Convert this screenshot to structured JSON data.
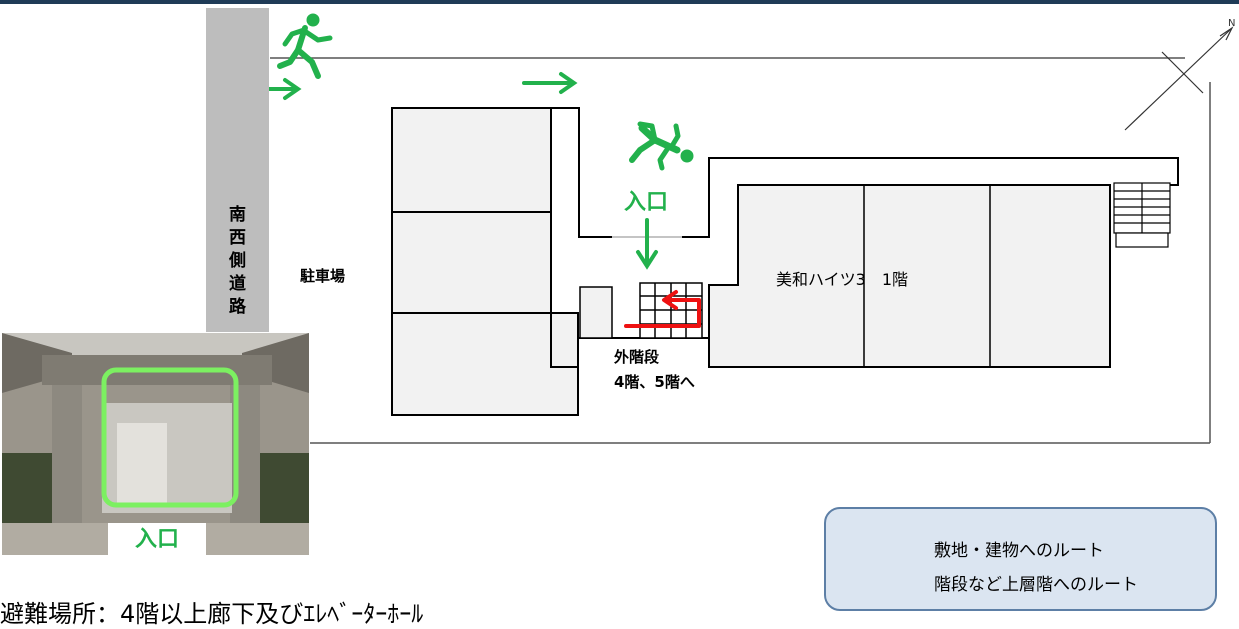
{
  "road": {
    "chars": [
      "南",
      "西",
      "側",
      "道",
      "路"
    ]
  },
  "parking_label": "駐車場",
  "entrance_label": "入口",
  "outer_stairs": {
    "line1": "外階段",
    "line2": "4階、5階へ"
  },
  "building_label": "美和ハイツ3　1階",
  "photo": {
    "caption": "入口"
  },
  "legend": {
    "items": [
      {
        "label": "敷地・建物へのルート",
        "color": "#22b14c"
      },
      {
        "label": "階段など上層階へのルート",
        "color": "#ee1111"
      }
    ]
  },
  "evacuation_text": "避難場所：4階以上廊下及びｴﾚﾍﾞｰﾀｰﾎｰﾙ",
  "compass_label": "N",
  "colors": {
    "route_green": "#22b14c",
    "route_red": "#ee1111",
    "road_gray": "#bdbdbd"
  }
}
